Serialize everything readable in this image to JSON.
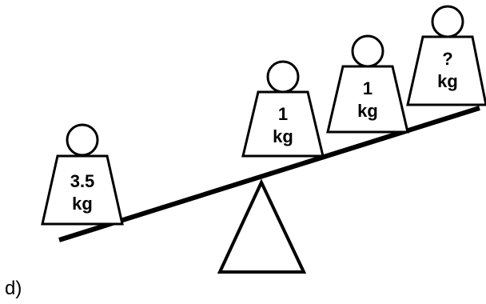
{
  "part_label": "d)",
  "weights": [
    {
      "line1": "3.5",
      "line2": "kg"
    },
    {
      "line1": "1",
      "line2": "kg"
    },
    {
      "line1": "1",
      "line2": "kg"
    },
    {
      "line1": "?",
      "line2": "kg"
    }
  ]
}
